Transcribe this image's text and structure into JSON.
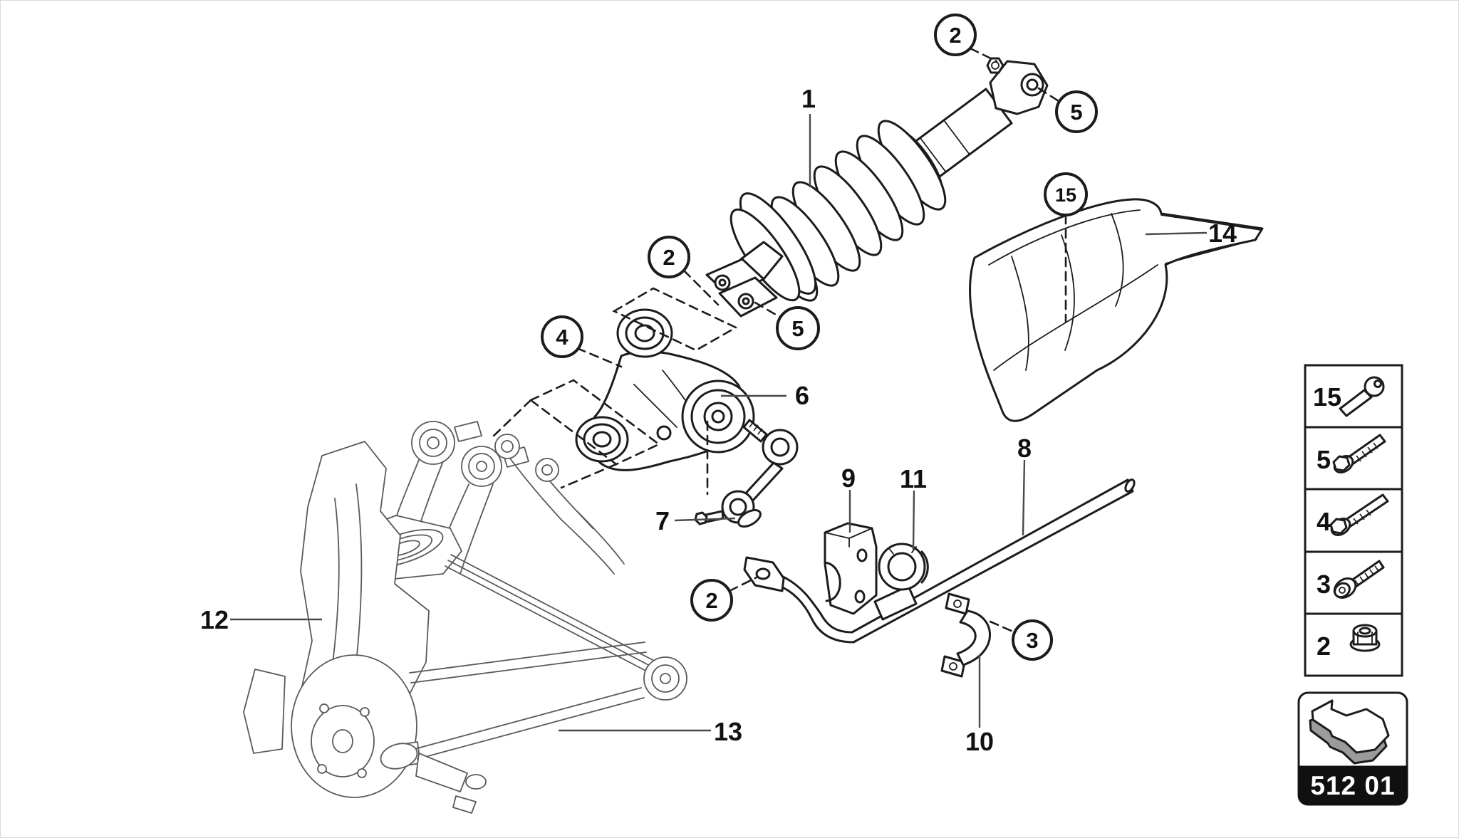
{
  "page": {
    "background": "#ffffff",
    "border_color": "#d9d9d9"
  },
  "colors": {
    "main_line": "#1c1c1c",
    "context_line": "#5a5a5a",
    "leader_line": "#4a4a4a",
    "nav_band": "#101010",
    "nav_arrow_side": "#9b9b9b",
    "text": "#111111"
  },
  "callouts": {
    "c2": "2",
    "c3": "3",
    "c4": "4",
    "c5": "5",
    "c15": "15",
    "l1": "1",
    "l6": "6",
    "l7": "7",
    "l8": "8",
    "l9": "9",
    "l10": "10",
    "l11": "11",
    "l12": "12",
    "l13": "13",
    "l14": "14"
  },
  "legend": {
    "rows": [
      {
        "number": "15",
        "icon": "ball-stud-bolt-icon"
      },
      {
        "number": "5",
        "icon": "hex-flange-bolt-icon"
      },
      {
        "number": "4",
        "icon": "hex-flange-bolt-long-icon"
      },
      {
        "number": "3",
        "icon": "shoulder-stud-bolt-icon"
      },
      {
        "number": "2",
        "icon": "hex-flange-nut-icon"
      }
    ]
  },
  "nav": {
    "code": "512 01",
    "icon": "back-arrow-3d-icon"
  }
}
